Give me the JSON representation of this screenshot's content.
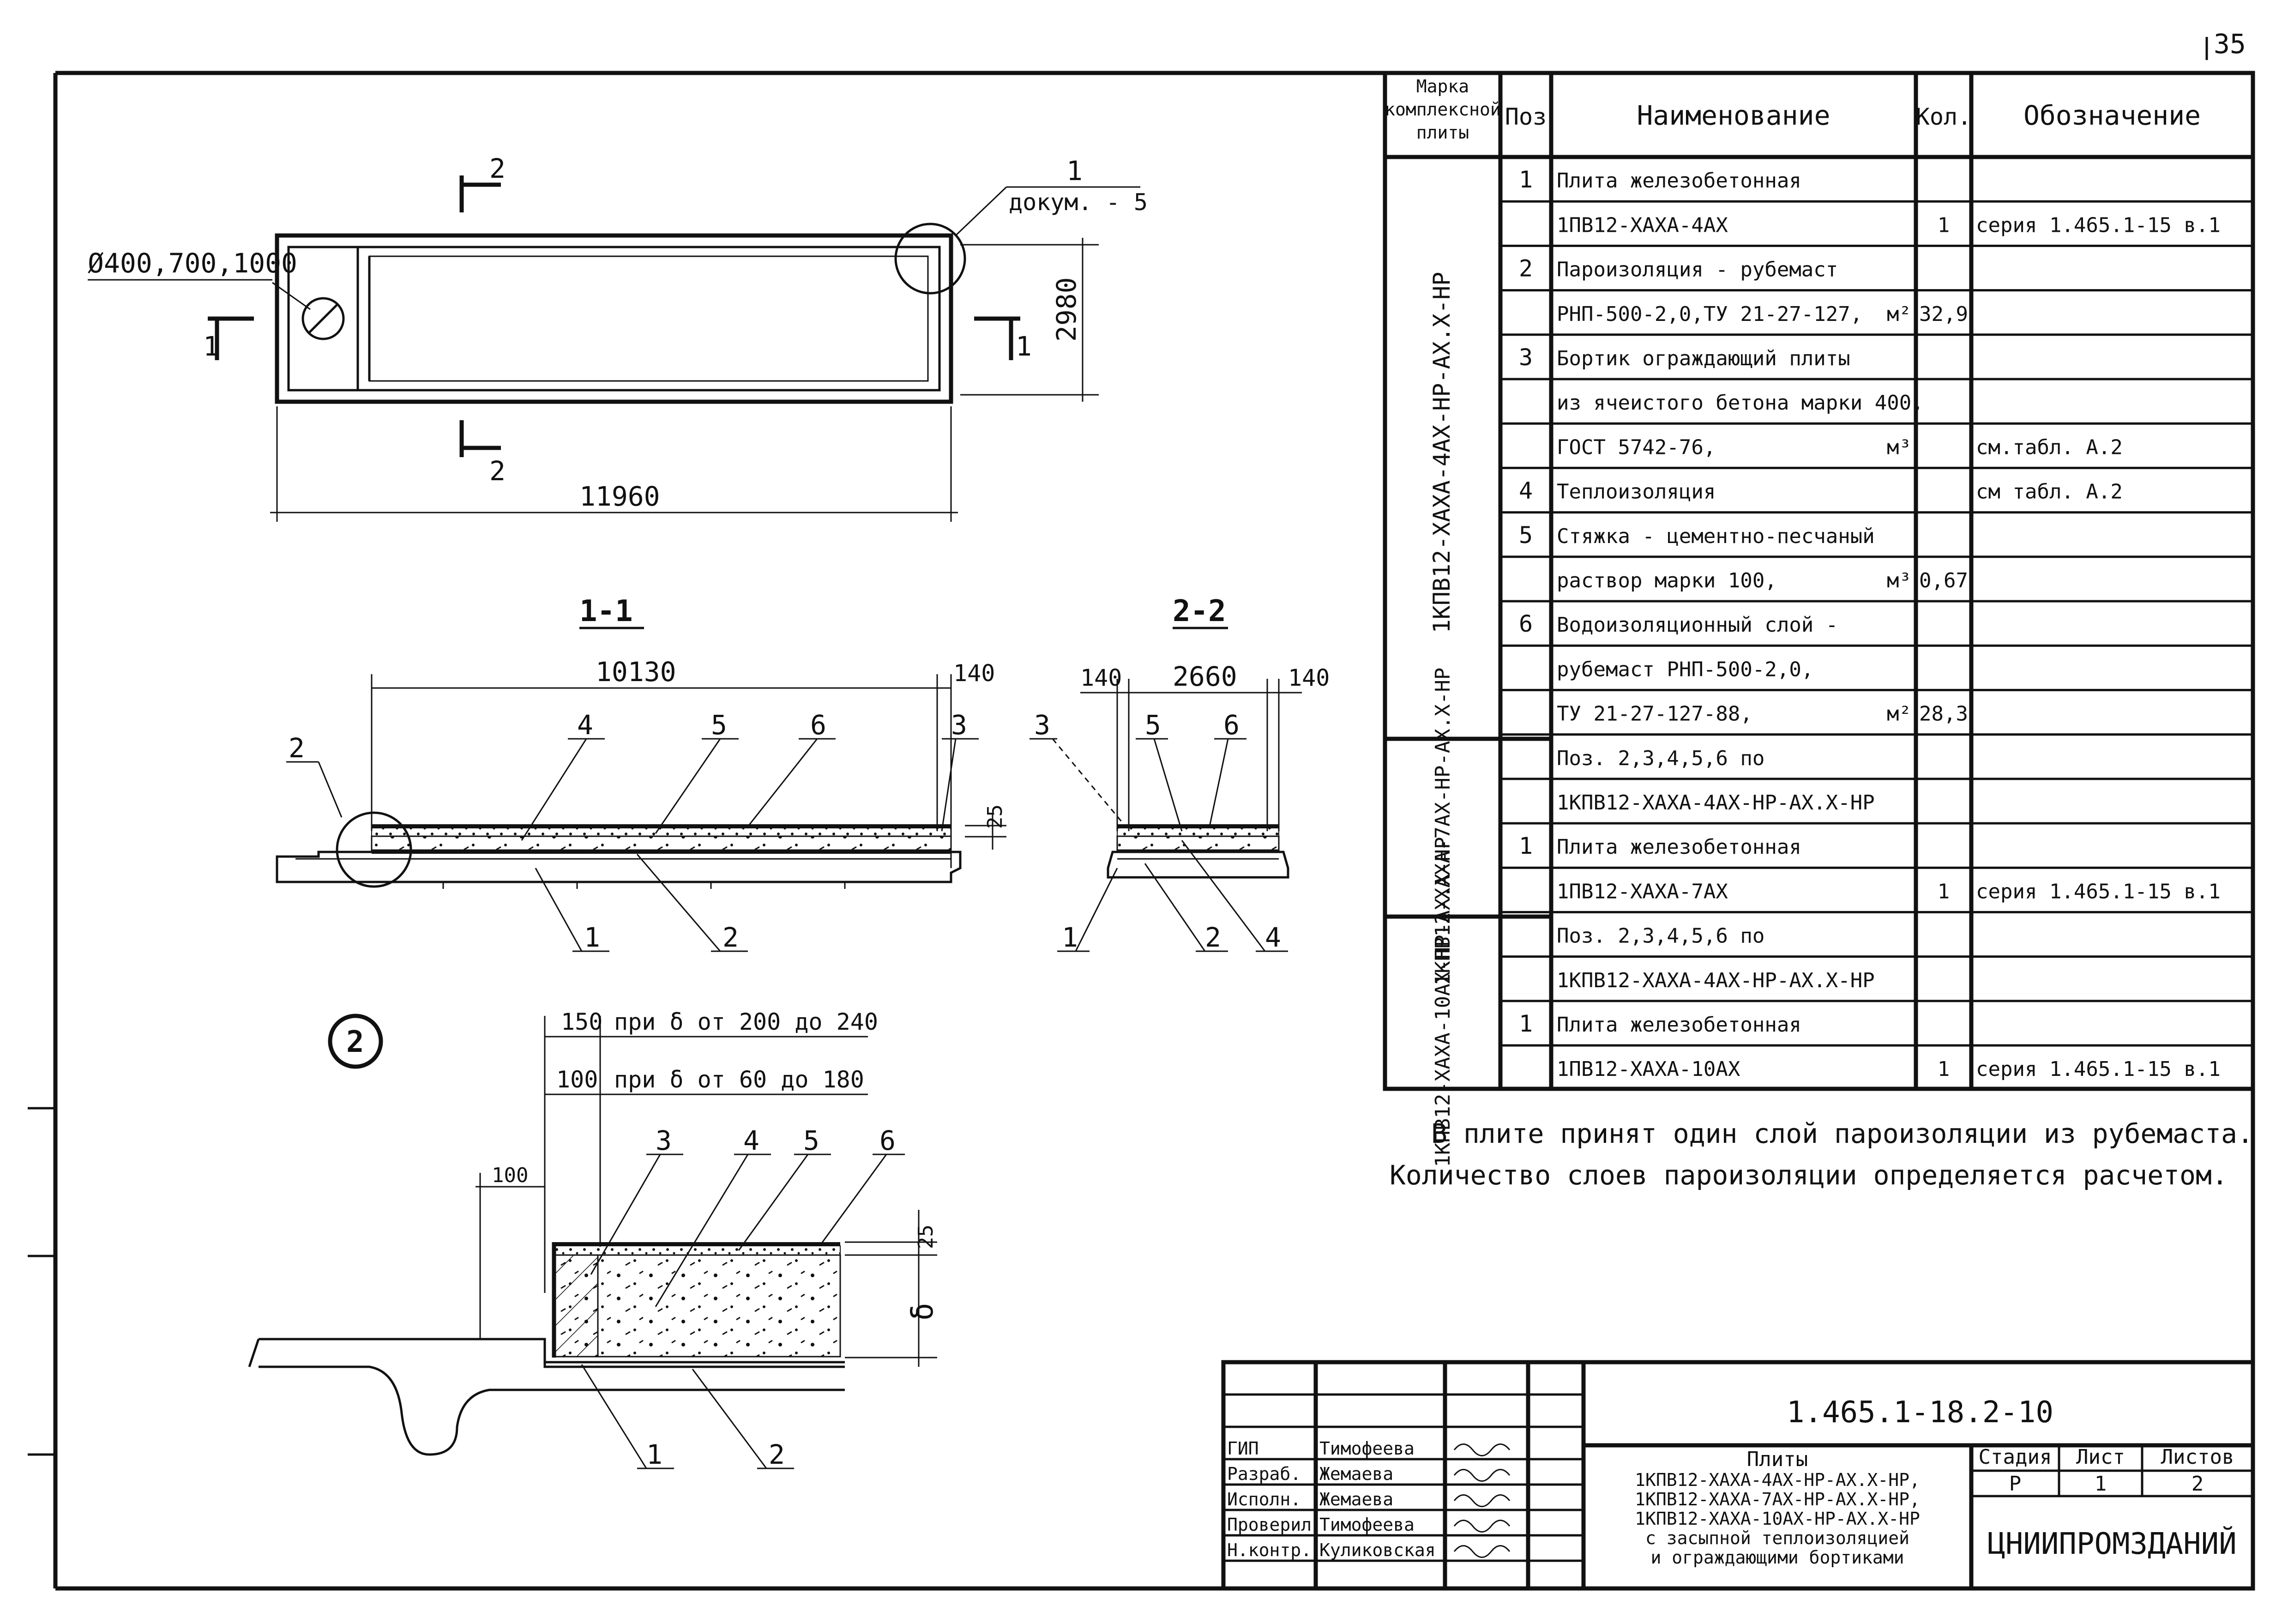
{
  "sheet_number": "35",
  "plan": {
    "hole_label": "Ø400,700,1000",
    "length": "11960",
    "width": "2980",
    "detail_ref": "1",
    "detail_doc": "докум. - 5",
    "section_1": "1",
    "section_2": "2"
  },
  "section_1_1": {
    "title": "1-1",
    "dim_main": "10130",
    "dim_edge": "140",
    "dim_thickness": "25",
    "callouts": [
      "2",
      "4",
      "5",
      "6",
      "3",
      "1",
      "2"
    ]
  },
  "section_2_2": {
    "title": "2-2",
    "dim_left": "140",
    "dim_main": "2660",
    "dim_right": "140",
    "callouts": [
      "3",
      "5",
      "6",
      "1",
      "2",
      "4"
    ]
  },
  "detail_2": {
    "number": "2",
    "dim_150": "150",
    "note_150": "при δ от 200 до 240",
    "dim_100": "100",
    "note_100": "при δ от 60 до 180",
    "dim_side": "100",
    "dim_25": "25",
    "dim_delta": "δ",
    "callouts": [
      "3",
      "4",
      "5",
      "6",
      "1",
      "2"
    ]
  },
  "spec_table": {
    "headers": [
      "Марка комплексной плиты",
      "Поз",
      "Наименование",
      "Кол.",
      "Обозначение"
    ],
    "group_labels": [
      "1КПВ12-ХАХА-4АХ-НР-АХ.Х-НР",
      "1КПВ12-ХАХА-7АХ-НР-АХ.Х-НР",
      "1КПВ12-ХАХА-10АХ-НР-АХ.Х-НР"
    ],
    "rows": [
      {
        "pos": "1",
        "name": "Плита железобетонная",
        "qty": "",
        "unit": "",
        "designation": ""
      },
      {
        "pos": "",
        "name": "1ПВ12-ХАХА-4АХ",
        "qty": "1",
        "unit": "",
        "designation": "серия 1.465.1-15 в.1"
      },
      {
        "pos": "2",
        "name": "Пароизоляция - рубемаст",
        "qty": "",
        "unit": "",
        "designation": ""
      },
      {
        "pos": "",
        "name": "РНП-500-2,0,ТУ 21-27-127,",
        "qty": "32,9",
        "unit": "м²",
        "designation": ""
      },
      {
        "pos": "3",
        "name": "Бортик ограждающий плиты",
        "qty": "",
        "unit": "",
        "designation": ""
      },
      {
        "pos": "",
        "name": "из ячеистого бетона марки 400,",
        "qty": "",
        "unit": "",
        "designation": ""
      },
      {
        "pos": "",
        "name": "ГОСТ 5742-76,",
        "qty": "",
        "unit": "м³",
        "designation": "см.табл. А.2"
      },
      {
        "pos": "4",
        "name": "Теплоизоляция",
        "qty": "",
        "unit": "",
        "designation": "см табл. А.2"
      },
      {
        "pos": "5",
        "name": "Стяжка - цементно-песчаный",
        "qty": "",
        "unit": "",
        "designation": ""
      },
      {
        "pos": "",
        "name": "раствор марки 100,",
        "qty": "0,67",
        "unit": "м³",
        "designation": ""
      },
      {
        "pos": "6",
        "name": "Водоизоляционный слой -",
        "qty": "",
        "unit": "",
        "designation": ""
      },
      {
        "pos": "",
        "name": "рубемаст РНП-500-2,0,",
        "qty": "",
        "unit": "",
        "designation": ""
      },
      {
        "pos": "",
        "name": "ТУ 21-27-127-88,",
        "qty": "28,3",
        "unit": "м²",
        "designation": ""
      },
      {
        "pos": "",
        "name": "Поз. 2,3,4,5,6 по",
        "qty": "",
        "unit": "",
        "designation": ""
      },
      {
        "pos": "",
        "name": "1КПВ12-ХАХА-4АХ-НР-АХ.Х-НР",
        "qty": "",
        "unit": "",
        "designation": ""
      },
      {
        "pos": "1",
        "name": "Плита железобетонная",
        "qty": "",
        "unit": "",
        "designation": ""
      },
      {
        "pos": "",
        "name": "1ПВ12-ХАХА-7АХ",
        "qty": "1",
        "unit": "",
        "designation": "серия 1.465.1-15 в.1"
      },
      {
        "pos": "",
        "name": "Поз. 2,3,4,5,6 по",
        "qty": "",
        "unit": "",
        "designation": ""
      },
      {
        "pos": "",
        "name": "1КПВ12-ХАХА-4АХ-НР-АХ.Х-НР",
        "qty": "",
        "unit": "",
        "designation": ""
      },
      {
        "pos": "1",
        "name": "Плита железобетонная",
        "qty": "",
        "unit": "",
        "designation": ""
      },
      {
        "pos": "",
        "name": "1ПВ12-ХАХА-10АХ",
        "qty": "1",
        "unit": "",
        "designation": "серия 1.465.1-15 в.1"
      }
    ]
  },
  "notes": [
    "В плите принят один слой пароизоляции из рубемаста.",
    "Количество слоев пароизоляции определяется расчетом."
  ],
  "title_block": {
    "document_code": "1.465.1-18.2-10",
    "roles": [
      "ГИП",
      "Разраб.",
      "Исполн.",
      "Проверил",
      "Н.контр."
    ],
    "names": [
      "Тимофеева",
      "Жемаева",
      "Жемаева",
      "Тимофеева",
      "Куликовская"
    ],
    "description": [
      "Плиты",
      "1КПВ12-ХАХА-4АХ-НР-АХ.Х-НР,",
      "1КПВ12-ХАХА-7АХ-НР-АХ.Х-НР,",
      "1КПВ12-ХАХА-10АХ-НР-АХ.Х-НР",
      "с засыпной теплоизоляцией",
      "и ограждающими бортиками"
    ],
    "stage_label": "Стадия",
    "sheet_label": "Лист",
    "sheets_label": "Листов",
    "stage": "Р",
    "sheet": "1",
    "sheets": "2",
    "organization": "ЦНИИПРОМЗДАНИЙ"
  }
}
